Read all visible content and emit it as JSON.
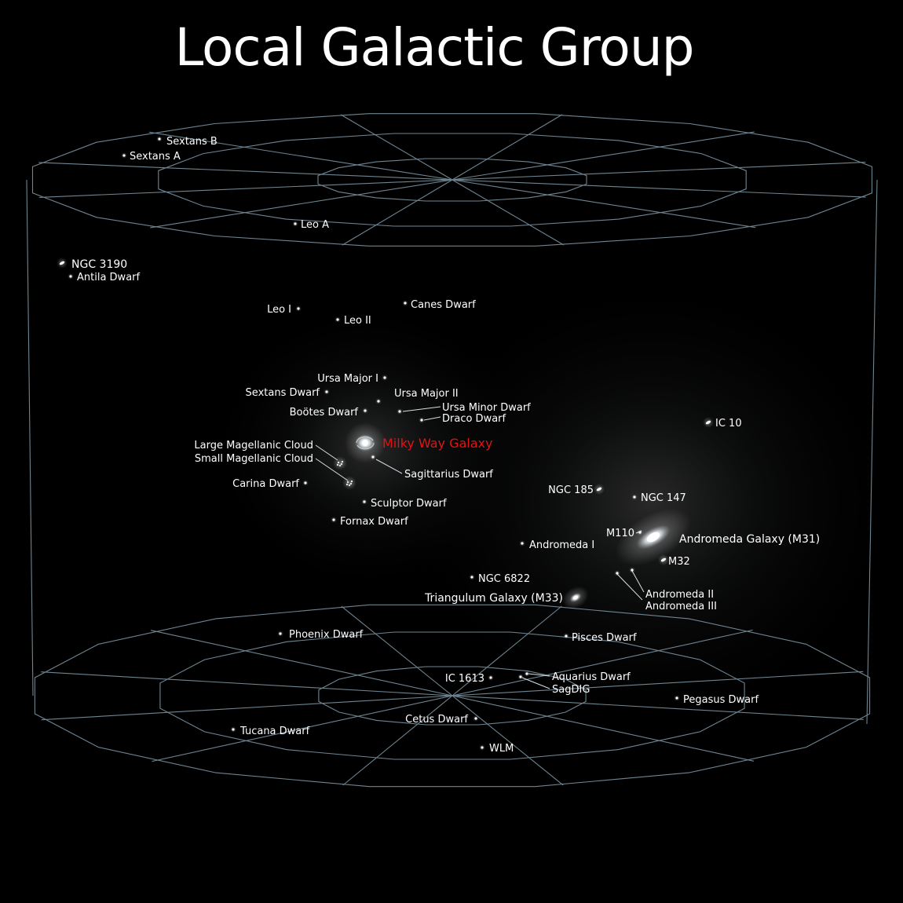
{
  "title": "Local Galactic Group",
  "colors": {
    "background": "#000000",
    "grid": "#6f8592",
    "label": "#ffffff",
    "highlight": "#e01414"
  },
  "galaxies": [
    {
      "name": "Sextans B",
      "kind": "dot"
    },
    {
      "name": "Sextans A",
      "kind": "dot"
    },
    {
      "name": "Leo A",
      "kind": "dot"
    },
    {
      "name": "NGC 3190",
      "kind": "small-galaxy"
    },
    {
      "name": "Antila Dwarf",
      "kind": "dot"
    },
    {
      "name": "Leo I",
      "kind": "dot"
    },
    {
      "name": "Leo II",
      "kind": "dot"
    },
    {
      "name": "Canes Dwarf",
      "kind": "dot"
    },
    {
      "name": "Ursa Major I",
      "kind": "dot"
    },
    {
      "name": "Sextans Dwarf",
      "kind": "dot"
    },
    {
      "name": "Ursa Major II",
      "kind": "dot"
    },
    {
      "name": "Boötes Dwarf",
      "kind": "dot"
    },
    {
      "name": "Ursa Minor Dwarf",
      "kind": "dot"
    },
    {
      "name": "Draco Dwarf",
      "kind": "dot"
    },
    {
      "name": "IC 10",
      "kind": "small-galaxy"
    },
    {
      "name": "Milky Way Galaxy",
      "kind": "spiral",
      "highlight": true
    },
    {
      "name": "Large Magellanic Cloud",
      "kind": "cloud"
    },
    {
      "name": "Small Magellanic Cloud",
      "kind": "cloud"
    },
    {
      "name": "Sagittarius Dwarf",
      "kind": "dot"
    },
    {
      "name": "Carina Dwarf",
      "kind": "dot"
    },
    {
      "name": "Sculptor Dwarf",
      "kind": "dot"
    },
    {
      "name": "Fornax Dwarf",
      "kind": "dot"
    },
    {
      "name": "NGC 185",
      "kind": "small-galaxy"
    },
    {
      "name": "NGC 147",
      "kind": "dot"
    },
    {
      "name": "M110",
      "kind": "dot"
    },
    {
      "name": "Andromeda Galaxy (M31)",
      "kind": "large-galaxy"
    },
    {
      "name": "Andromeda I",
      "kind": "dot"
    },
    {
      "name": "M32",
      "kind": "small-galaxy"
    },
    {
      "name": "NGC 6822",
      "kind": "dot"
    },
    {
      "name": "Andromeda II",
      "kind": "dot"
    },
    {
      "name": "Andromeda III",
      "kind": "dot"
    },
    {
      "name": "Triangulum Galaxy (M33)",
      "kind": "large-galaxy"
    },
    {
      "name": "Phoenix Dwarf",
      "kind": "dot"
    },
    {
      "name": "Pisces Dwarf",
      "kind": "dot"
    },
    {
      "name": "IC 1613",
      "kind": "dot"
    },
    {
      "name": "Aquarius Dwarf",
      "kind": "dot"
    },
    {
      "name": "SagDIG",
      "kind": "dot"
    },
    {
      "name": "Pegasus Dwarf",
      "kind": "dot"
    },
    {
      "name": "Tucana Dwarf",
      "kind": "dot"
    },
    {
      "name": "Cetus Dwarf",
      "kind": "dot"
    },
    {
      "name": "WLM",
      "kind": "dot"
    }
  ]
}
